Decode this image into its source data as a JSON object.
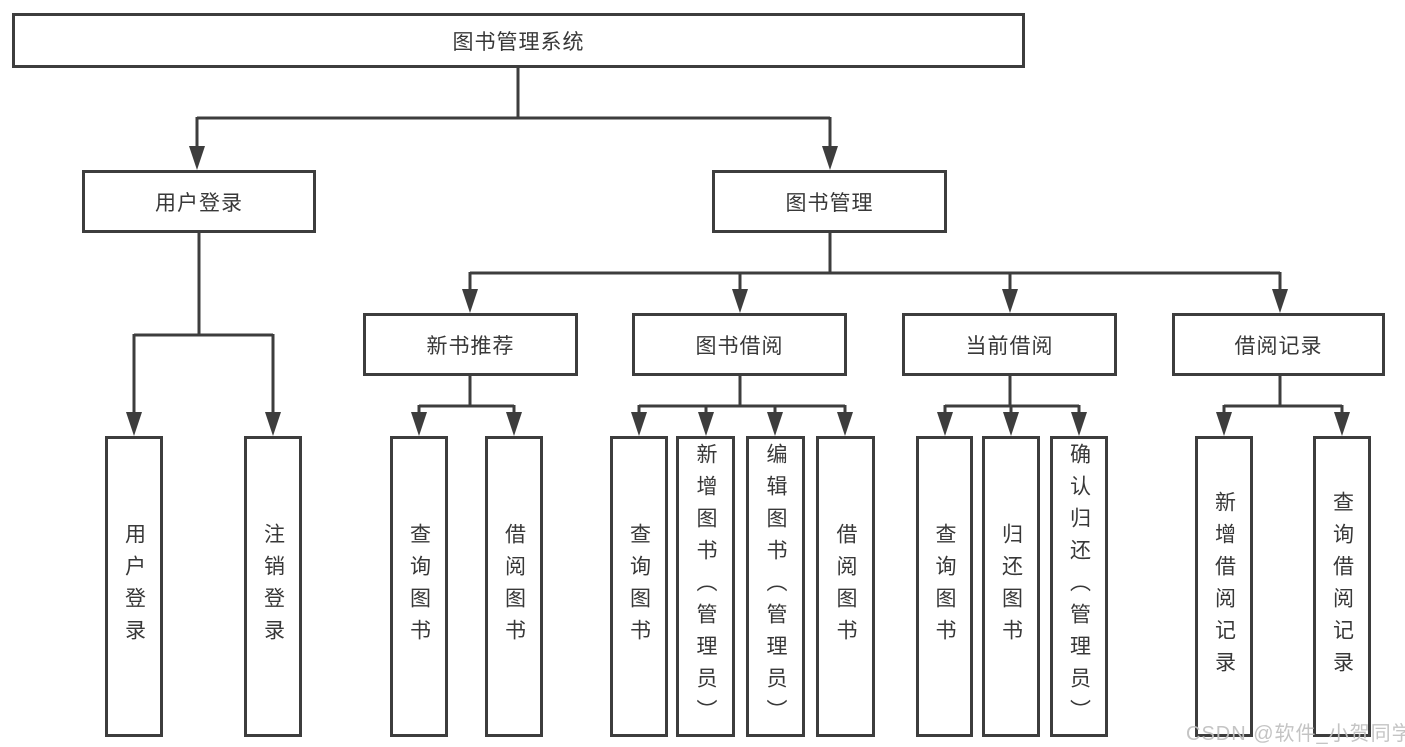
{
  "diagram": {
    "tree": {
      "root": {
        "label": "图书管理系统"
      },
      "level2": [
        {
          "label": "用户登录",
          "children": [
            {
              "label": "用户登录"
            },
            {
              "label": "注销登录"
            }
          ]
        },
        {
          "label": "图书管理",
          "children": [
            {
              "label": "新书推荐",
              "children": [
                {
                  "label": "查询图书"
                },
                {
                  "label": "借阅图书"
                }
              ]
            },
            {
              "label": "图书借阅",
              "children": [
                {
                  "label": "查询图书"
                },
                {
                  "label": "新增图书（管理员）"
                },
                {
                  "label": "编辑图书（管理员）"
                },
                {
                  "label": "借阅图书"
                }
              ]
            },
            {
              "label": "当前借阅",
              "children": [
                {
                  "label": "查询图书"
                },
                {
                  "label": "归还图书"
                },
                {
                  "label": "确认归还（管理员）"
                }
              ]
            },
            {
              "label": "借阅记录",
              "children": [
                {
                  "label": "新增借阅记录"
                },
                {
                  "label": "查询借阅记录"
                }
              ]
            }
          ]
        }
      ]
    },
    "colors": {
      "line": "#3d3d3d",
      "text": "#383838",
      "background": "#ffffff",
      "watermark": "#c1c1c1"
    }
  },
  "watermark": {
    "text": "CSDN @软件_小贺同学"
  }
}
